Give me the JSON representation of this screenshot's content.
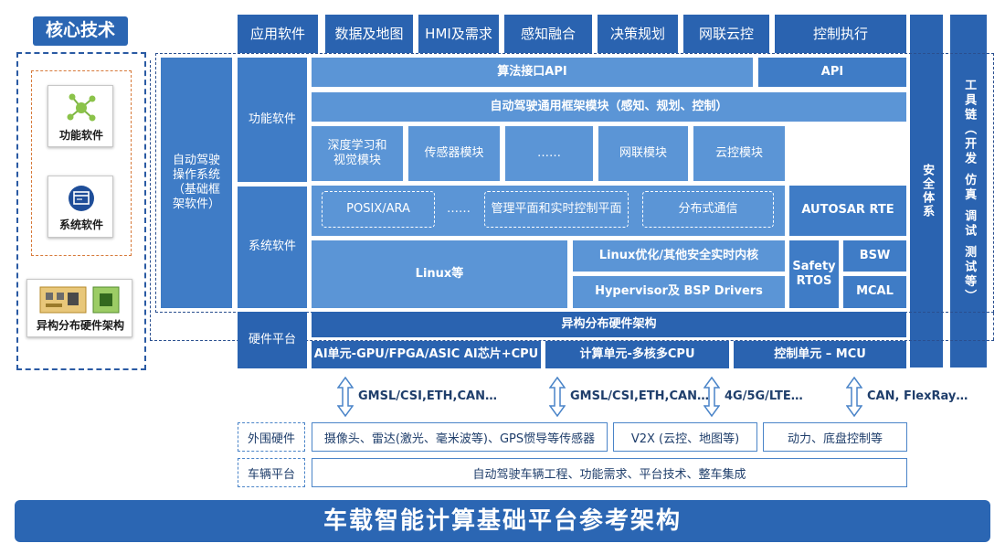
{
  "core_tech": {
    "title": "核心技术",
    "items": [
      "功能软件",
      "系统软件",
      "异构分布硬件架构"
    ]
  },
  "top_row": [
    "应用软件",
    "数据及地图",
    "HMI及需求",
    "感知融合",
    "决策规划",
    "网联云控",
    "控制执行"
  ],
  "os_label": "自动驾驶操作系统（基础框架软件）",
  "func_sw": {
    "label": "功能软件",
    "api_left": "算法接口API",
    "api_right": "API",
    "framework": "自动驾驶通用框架模块（感知、规划、控制）",
    "modules": [
      "深度学习和视觉模块",
      "传感器模块",
      "……",
      "网联模块",
      "云控模块"
    ]
  },
  "sys_sw": {
    "label": "系统软件",
    "dashed": [
      "POSIX/ARA",
      "……",
      "管理平面和实时控制平面",
      "分布式通信"
    ],
    "autosar": "AUTOSAR RTE",
    "linux": "Linux等",
    "linux_opt": "Linux优化/其他安全实时内核",
    "hypervisor": "Hypervisor及 BSP Drivers",
    "safety_rtos": "Safety RTOS",
    "bsw": "BSW",
    "mcal": "MCAL"
  },
  "hw_platform": {
    "label": "硬件平台",
    "arch": "异构分布硬件架构",
    "units": [
      "AI单元-GPU/FPGA/ASIC AI芯片+CPU",
      "计算单元-多核多CPU",
      "控制单元 – MCU"
    ]
  },
  "side": {
    "security": "安全体系",
    "toolchain": "工具链（开发 仿真 调试 测试等）"
  },
  "connections": [
    "GMSL/CSI,ETH,CAN…",
    "GMSL/CSI,ETH,CAN…",
    "4G/5G/LTE…",
    "CAN, FlexRay…"
  ],
  "peripheral": {
    "label": "外围硬件",
    "items": [
      "摄像头、雷达(激光、毫米波等)、GPS惯导等传感器",
      "V2X (云控、地图等)",
      "动力、底盘控制等"
    ]
  },
  "vehicle": {
    "label": "车辆平台",
    "content": "自动驾驶车辆工程、功能需求、平台技术、整车集成"
  },
  "footer": "车载智能计算基础平台参考架构",
  "colors": {
    "dark": "#2a63b0",
    "mid": "#3f7cc6",
    "light": "#5b95d6",
    "footer": "#2b66b3"
  }
}
